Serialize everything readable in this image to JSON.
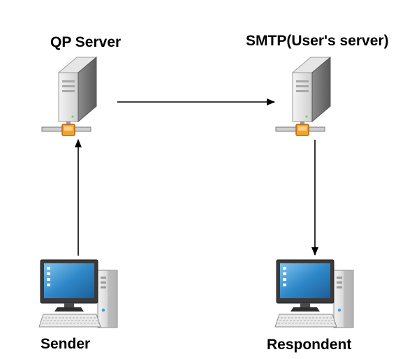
{
  "nodes": {
    "qp_server": {
      "label": "QP Server",
      "icon": "server-icon"
    },
    "smtp_server": {
      "label": "SMTP(User's server)",
      "icon": "server-icon"
    },
    "sender": {
      "label": "Sender",
      "icon": "desktop-computer-icon"
    },
    "respondent": {
      "label": "Respondent",
      "icon": "desktop-computer-icon"
    }
  },
  "edges": [
    {
      "from": "sender",
      "to": "qp_server"
    },
    {
      "from": "qp_server",
      "to": "smtp_server"
    },
    {
      "from": "smtp_server",
      "to": "respondent"
    }
  ],
  "colors": {
    "server_body": "#d9d9d9",
    "server_dark": "#7f7f7f",
    "connector": "#f3a22a",
    "screen": "#2f88c8",
    "arrow": "#000000"
  }
}
